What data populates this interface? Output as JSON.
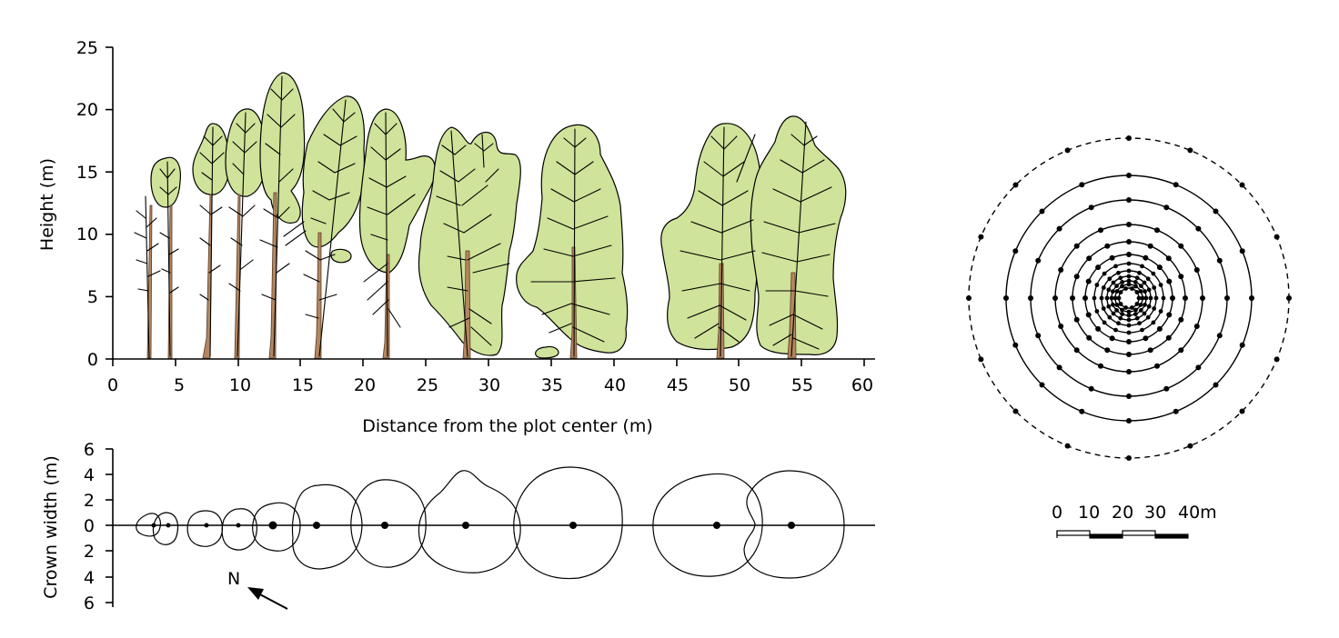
{
  "profile": {
    "ylabel": "Height (m)",
    "xlabel": "Distance from the plot center (m)",
    "x_ticks": [
      "0",
      "5",
      "10",
      "15",
      "20",
      "25",
      "30",
      "35",
      "40",
      "45",
      "50",
      "55",
      "60"
    ],
    "y_ticks": [
      "0",
      "5",
      "10",
      "15",
      "20",
      "25"
    ]
  },
  "crown_panel": {
    "ylabel": "Crown width (m)",
    "y_ticks": [
      "6",
      "4",
      "2",
      "0",
      "2",
      "4",
      "6"
    ],
    "north_label": "N"
  },
  "plot_layout": {
    "scale_labels": [
      "0",
      "10",
      "20",
      "30",
      "40m"
    ]
  },
  "chart_data": {
    "type": "diagram",
    "trees": [
      {
        "distance": 3.1,
        "height": 13,
        "crown": false
      },
      {
        "distance": 4.4,
        "height": 16,
        "crown": true
      },
      {
        "distance": 7.5,
        "height": 19,
        "crown": true
      },
      {
        "distance": 10.1,
        "height": 20,
        "crown": true
      },
      {
        "distance": 12.7,
        "height": 23,
        "crown": true
      },
      {
        "distance": 16.3,
        "height": 21,
        "crown": true
      },
      {
        "distance": 21.8,
        "height": 20,
        "crown": true
      },
      {
        "distance": 28.2,
        "height": 19,
        "crown": true
      },
      {
        "distance": 36.9,
        "height": 19,
        "crown": true
      },
      {
        "distance": 48.5,
        "height": 19,
        "crown": true
      },
      {
        "distance": 54.4,
        "height": 20,
        "crown": true
      }
    ]
  }
}
